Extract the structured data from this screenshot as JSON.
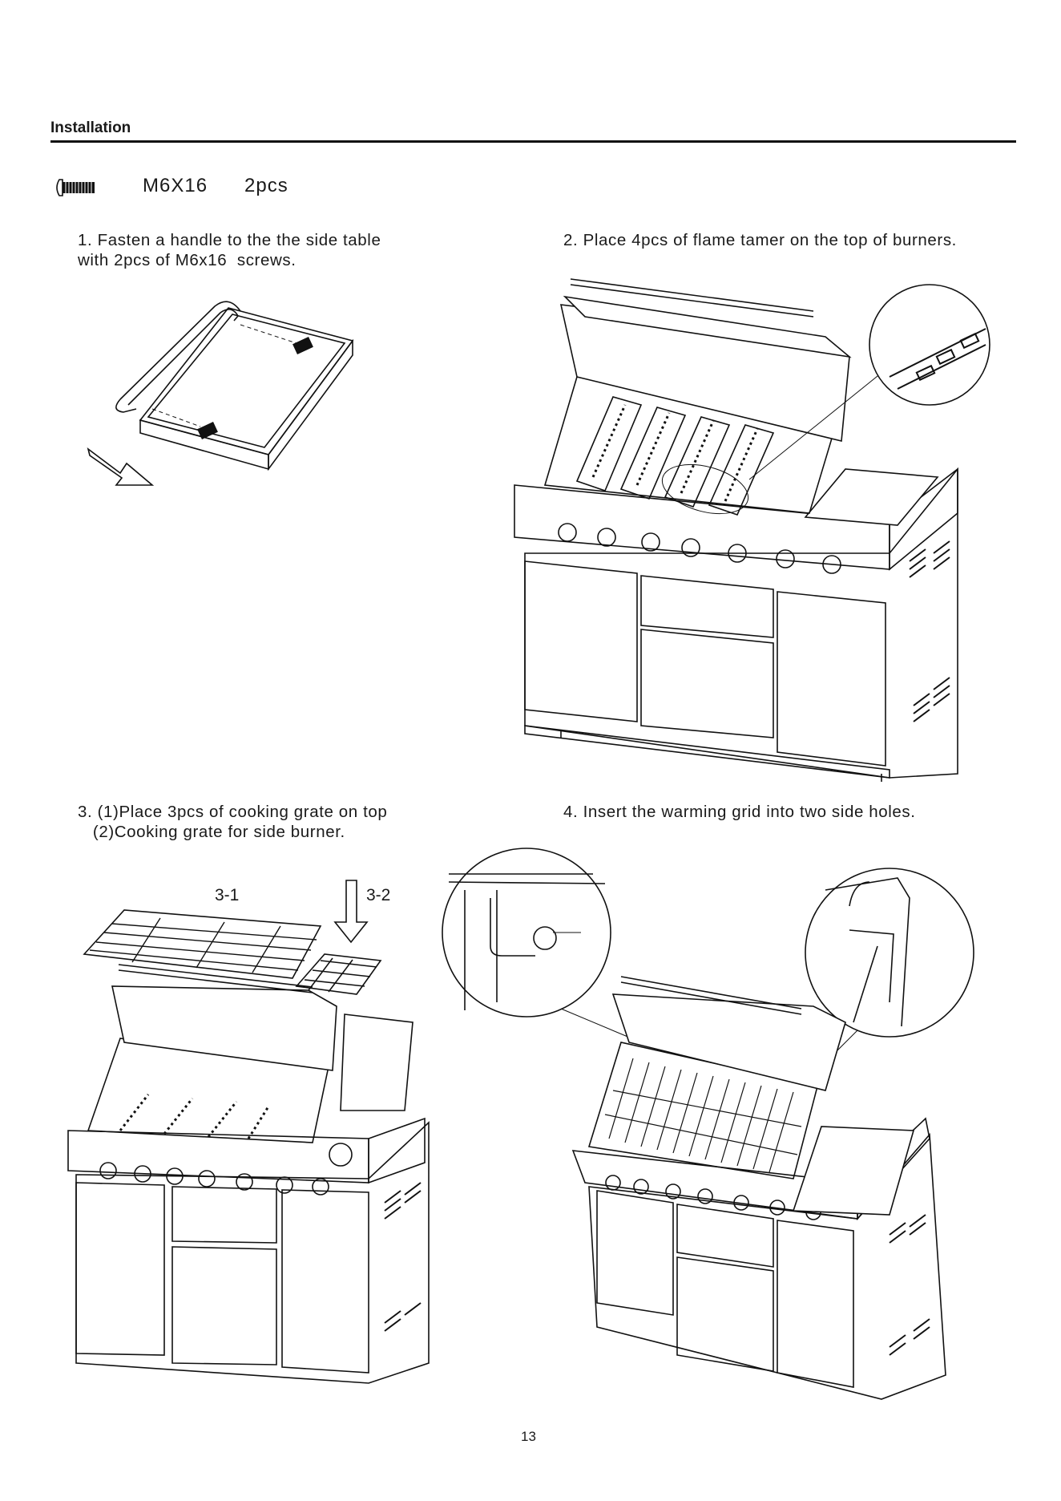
{
  "header": {
    "section_title": "Installation"
  },
  "hardware": {
    "icon": "screw-icon",
    "spec": "M6X16",
    "quantity": "2pcs"
  },
  "steps": [
    {
      "line1": "1. Fasten a handle to the the side table",
      "line2": "with 2pcs of M6x16  screws."
    },
    {
      "line1": "2. Place 4pcs of flame tamer on the top of burners."
    },
    {
      "line1": "3. (1)Place 3pcs of cooking grate on top",
      "line2": "   (2)Cooking grate for side burner."
    },
    {
      "line1": "4. Insert the warming grid into two side holes."
    }
  ],
  "figure_labels": {
    "grate_main": "3-1",
    "grate_side": "3-2"
  },
  "footer": {
    "page_number": "13"
  }
}
